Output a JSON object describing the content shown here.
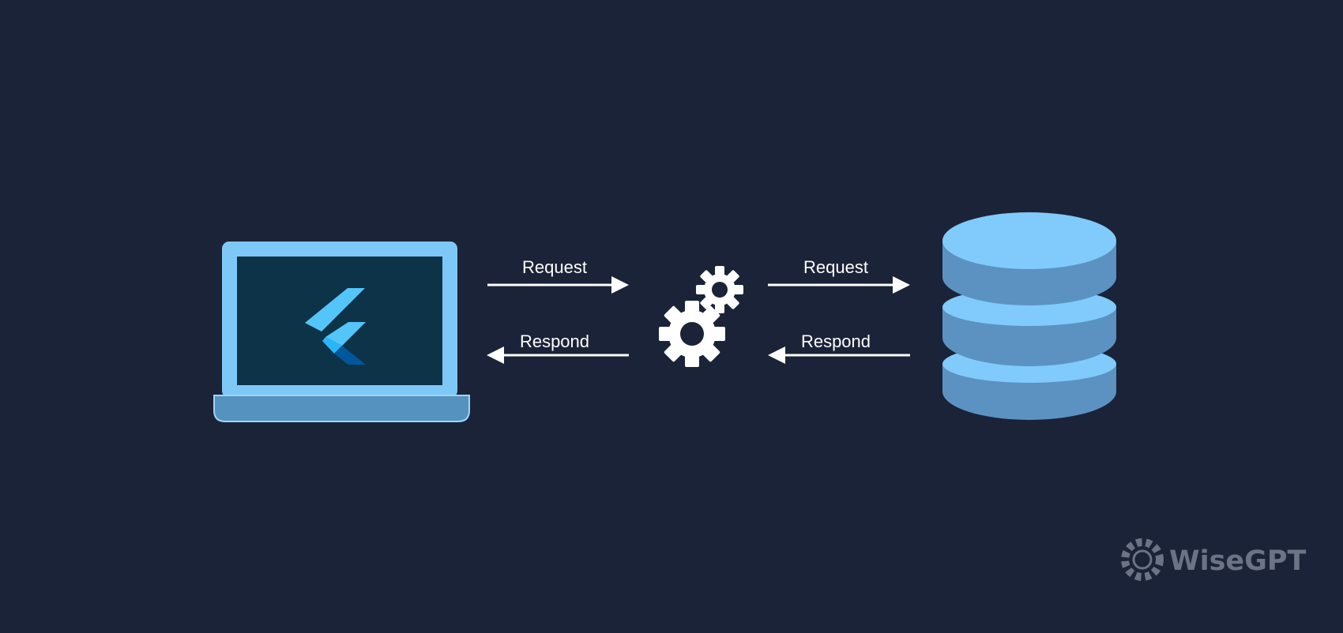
{
  "colors": {
    "background": "#1b2338",
    "laptop_frame": "#7ec8f7",
    "laptop_screen": "#0d3349",
    "laptop_base": "#5592bf",
    "flutter_light": "#54c5f8",
    "flutter_mid": "#29b6f6",
    "flutter_dark": "#01579b",
    "db_top": "#80cbfb",
    "db_side": "#5b92c2",
    "gear": "#ffffff",
    "arrow": "#ffffff",
    "watermark": "#6c7384"
  },
  "icons": {
    "client": "laptop-icon",
    "client_logo": "flutter-logo-icon",
    "server": "gears-icon",
    "storage": "database-icon",
    "brand": "wisegpt-logo-icon"
  },
  "flows": {
    "client_to_server_request": "Request",
    "server_to_client_respond": "Respond",
    "server_to_db_request": "Request",
    "db_to_server_respond": "Respond"
  },
  "watermark": {
    "text": "WiseGPT"
  }
}
